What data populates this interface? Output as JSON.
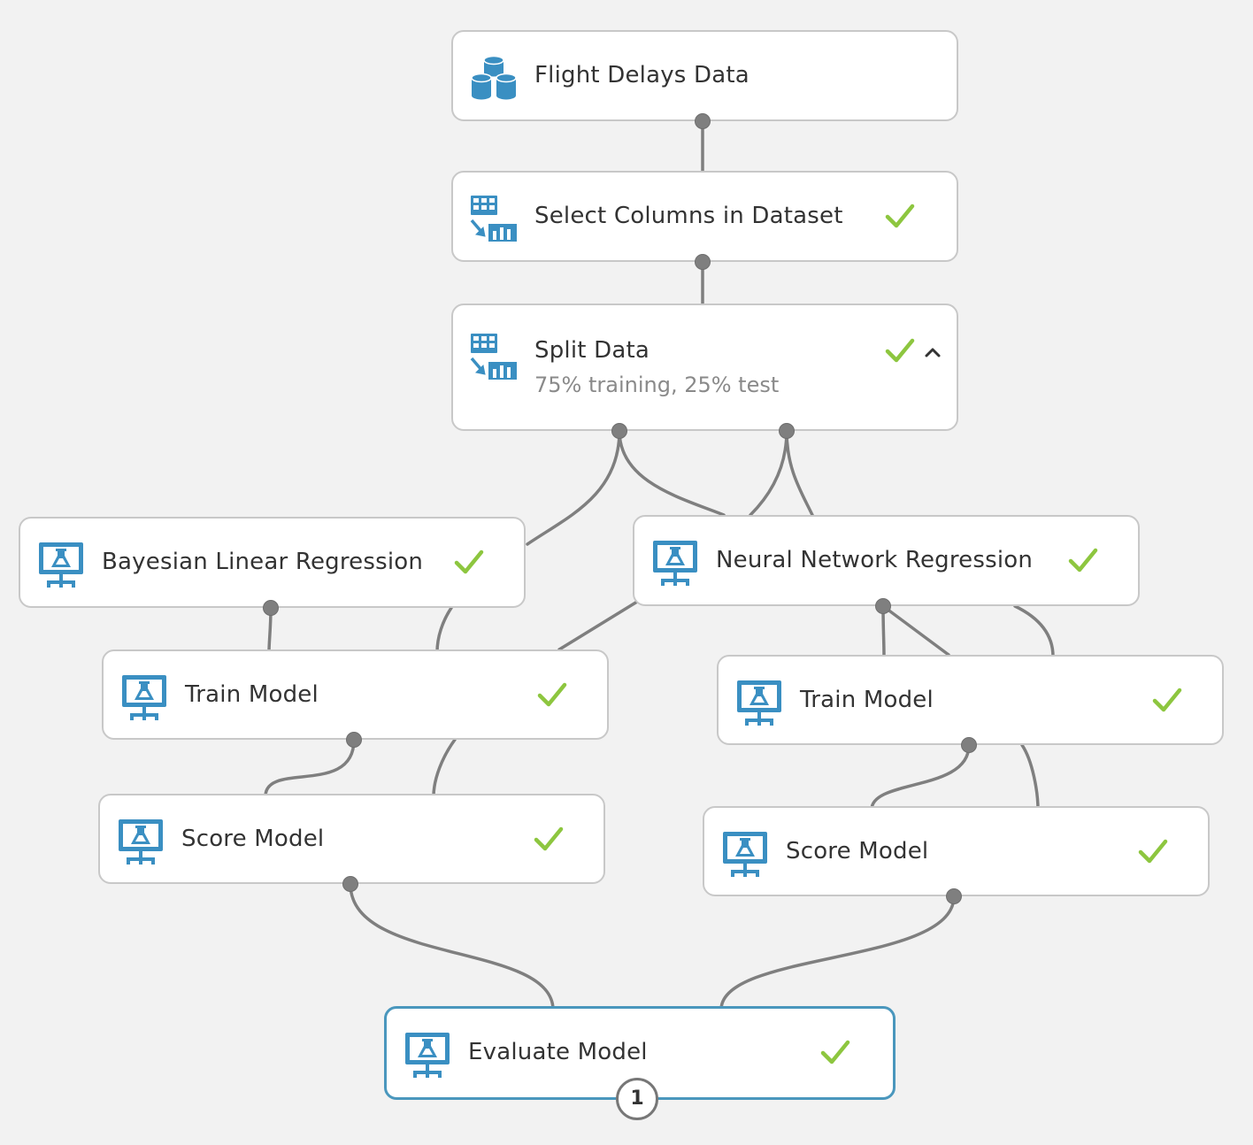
{
  "colors": {
    "canvas_bg": "#f2f2f2",
    "node_border": "#c8c8c8",
    "selected_border": "#4a97bd",
    "icon_blue": "#3a8fc2",
    "check_green": "#8dc63f",
    "connector": "#7f7f7f"
  },
  "nodes": {
    "flight_delays": {
      "title": "Flight Delays Data",
      "icon": "dataset-icon"
    },
    "select_columns": {
      "title": "Select Columns in Dataset",
      "icon": "data-transform-icon",
      "status": "completed"
    },
    "split_data": {
      "title": "Split Data",
      "subtitle": "75% training, 25% test",
      "icon": "data-transform-icon",
      "status": "completed",
      "expanded": true
    },
    "bayesian": {
      "title": "Bayesian Linear Regression",
      "icon": "ml-module-icon",
      "status": "completed"
    },
    "neural": {
      "title": "Neural Network Regression",
      "icon": "ml-module-icon",
      "status": "completed"
    },
    "train_left": {
      "title": "Train Model",
      "icon": "ml-module-icon",
      "status": "completed"
    },
    "train_right": {
      "title": "Train Model",
      "icon": "ml-module-icon",
      "status": "completed"
    },
    "score_left": {
      "title": "Score Model",
      "icon": "ml-module-icon",
      "status": "completed"
    },
    "score_right": {
      "title": "Score Model",
      "icon": "ml-module-icon",
      "status": "completed"
    },
    "evaluate": {
      "title": "Evaluate Model",
      "icon": "ml-module-icon",
      "status": "completed",
      "selected": true,
      "badge": "1"
    }
  }
}
